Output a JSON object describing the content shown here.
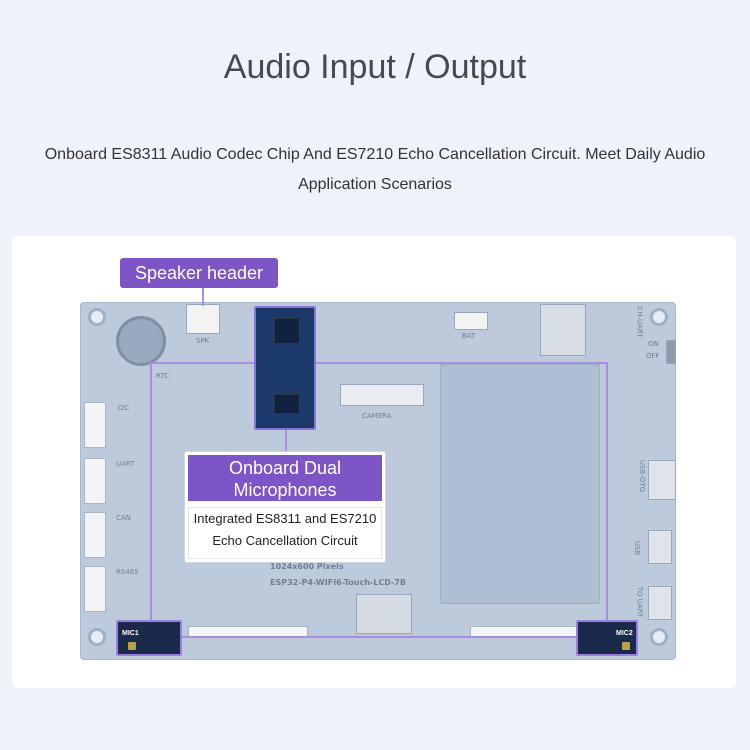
{
  "heading": {
    "title": "Audio Input / Output",
    "subtitle_line1": "Onboard ES8311 Audio Codec Chip And ES7210 Echo Cancellation Circuit. Meet Daily Audio",
    "subtitle_line2": "Application Scenarios"
  },
  "callouts": {
    "speaker_header": "Speaker header",
    "dual_mic_title_line1": "Onboard Dual",
    "dual_mic_title_line2": "Microphones",
    "dual_mic_desc_line1": "Integrated ES8311 and ES7210",
    "dual_mic_desc_line2": "Echo Cancellation Circuit"
  },
  "board": {
    "labels": {
      "spk": "SPK",
      "bat": "BAT",
      "rtc": "RTC",
      "camera": "CAMERA",
      "i2c": "I2C",
      "uart": "UART",
      "can": "CAN",
      "rs485": "RS485",
      "resolution": "1024x600 Pixels",
      "model": "ESP32-P4-WIFI6-Touch-LCD-7B",
      "mic1": "MIC1",
      "mic2": "MIC2",
      "usb_otg": "USB-OTG",
      "usb": "USB",
      "to_uart": "TO UART",
      "on": "ON",
      "off": "OFF",
      "ch_uart": "CH-UART"
    }
  },
  "colors": {
    "accent_purple": "#7d55c7",
    "page_bg": "#eef3fa",
    "board_blue": "#bccadb"
  }
}
